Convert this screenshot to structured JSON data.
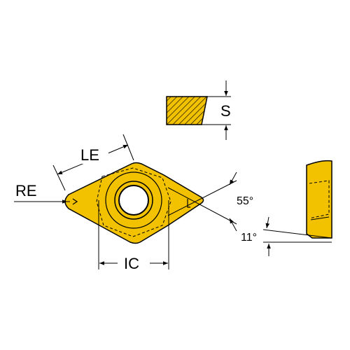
{
  "labels": {
    "s": "S",
    "le": "LE",
    "re": "RE",
    "ic": "IC",
    "angle_55": "55°",
    "angle_11": "11°"
  },
  "colors": {
    "insert_fill": "#F2C200",
    "outline": "#000000",
    "background": "#FFFFFF"
  }
}
